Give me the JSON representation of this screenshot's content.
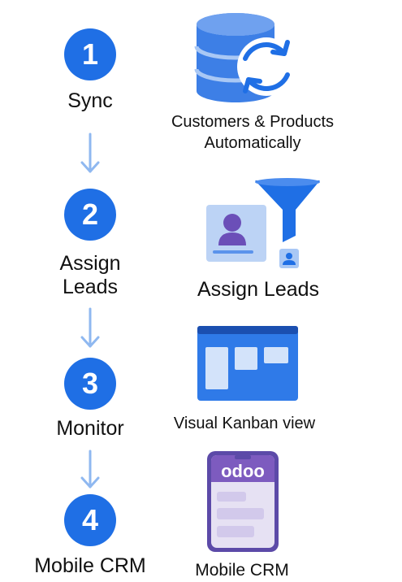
{
  "steps": [
    {
      "number": "1",
      "label": "Sync",
      "caption_line1": "Customers & Products",
      "caption_line2": "Automatically",
      "icon": "database-sync-icon"
    },
    {
      "number": "2",
      "label_line1": "Assign",
      "label_line2": "Leads",
      "caption": "Assign Leads",
      "icon": "lead-funnel-icon"
    },
    {
      "number": "3",
      "label": "Monitor",
      "caption": "Visual Kanban view",
      "icon": "kanban-board-icon"
    },
    {
      "number": "4",
      "label": "Mobile CRM",
      "caption": "Mobile CRM",
      "icon": "mobile-phone-icon",
      "logo_text": "odoo"
    }
  ],
  "colors": {
    "accent": "#1f6fe5",
    "arrow": "#8fb8f0",
    "light_blue": "#a9c8f5",
    "purple": "#7d5bbf"
  }
}
